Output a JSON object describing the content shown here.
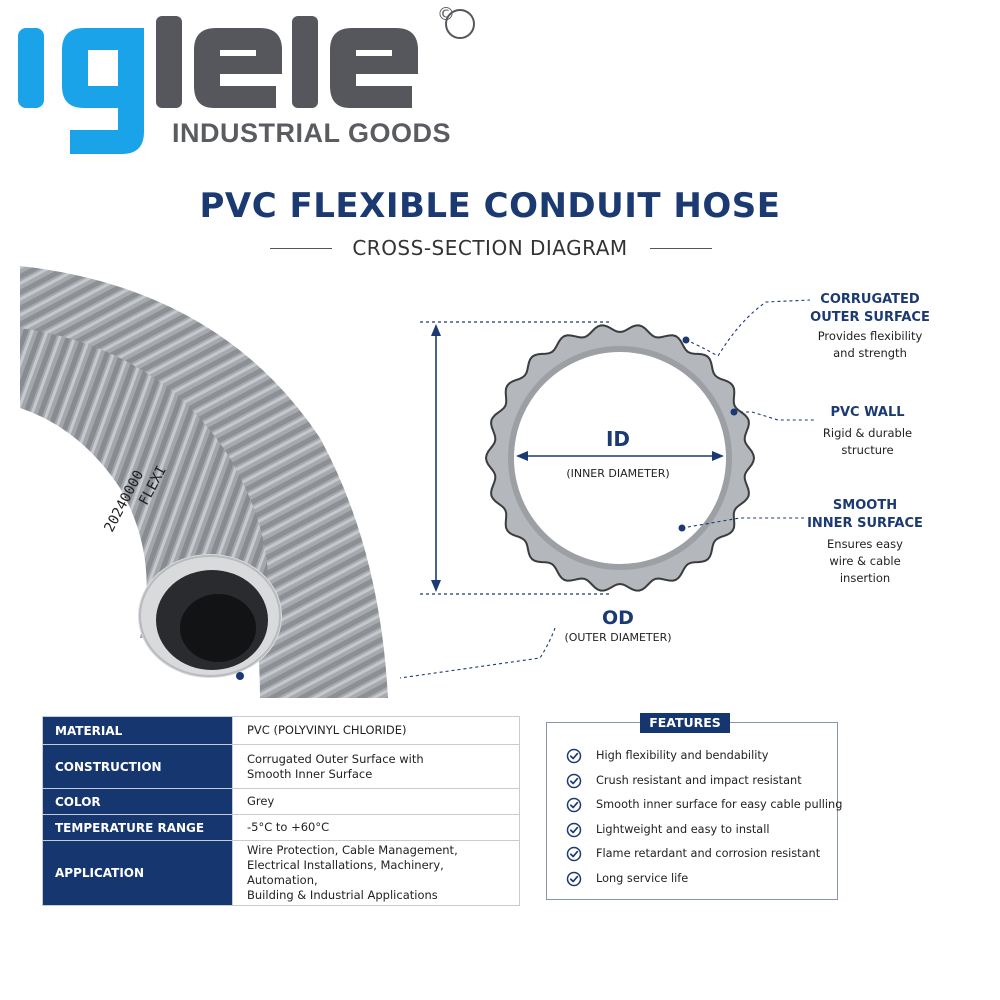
{
  "brand": {
    "name": "iglele",
    "tagline": "INDUSTRIAL GOODS",
    "copyright_symbol": "©",
    "colors": {
      "i_and_g": "#1aa3e8",
      "lele": "#55575c"
    }
  },
  "header": {
    "title": "PVC FLEXIBLE CONDUIT HOSE",
    "subtitle": "CROSS-SECTION DIAGRAM"
  },
  "hose_print": {
    "line1": "20240000",
    "line2": "FLEXI"
  },
  "diagram": {
    "id_label": "ID",
    "id_sub": "(INNER DIAMETER)",
    "od_label": "OD",
    "od_sub": "(OUTER DIAMETER)",
    "callouts": [
      {
        "title_lines": [
          "CORRUGATED",
          "OUTER SURFACE"
        ],
        "desc_lines": [
          "Provides flexibility",
          "and strength"
        ]
      },
      {
        "title_lines": [
          "PVC WALL"
        ],
        "desc_lines": [
          "Rigid & durable",
          "structure"
        ]
      },
      {
        "title_lines": [
          "SMOOTH",
          "INNER SURFACE"
        ],
        "desc_lines": [
          "Ensures easy",
          "wire & cable",
          "insertion"
        ]
      }
    ]
  },
  "specs": [
    {
      "key": "MATERIAL",
      "value_lines": [
        "PVC (POLYVINYL CHLORIDE)"
      ]
    },
    {
      "key": "CONSTRUCTION",
      "value_lines": [
        "Corrugated Outer Surface with",
        "Smooth Inner Surface"
      ]
    },
    {
      "key": "COLOR",
      "value_lines": [
        "Grey"
      ]
    },
    {
      "key": "TEMPERATURE RANGE",
      "value_lines": [
        "-5°C to +60°C"
      ]
    },
    {
      "key": "APPLICATION",
      "value_lines": [
        "Wire Protection, Cable Management,",
        "Electrical Installations, Machinery, Automation,",
        "Building & Industrial Applications"
      ]
    }
  ],
  "features": {
    "heading": "FEATURES",
    "items": [
      "High flexibility and bendability",
      "Crush resistant and impact resistant",
      "Smooth inner surface for easy cable pulling",
      "Lightweight and easy to install",
      "Flame retardant and corrosion resistant",
      "Long service life"
    ]
  },
  "colors": {
    "navy": "#1b3a72",
    "table_header": "#163670",
    "hose_grey": "#a3a6ab"
  }
}
